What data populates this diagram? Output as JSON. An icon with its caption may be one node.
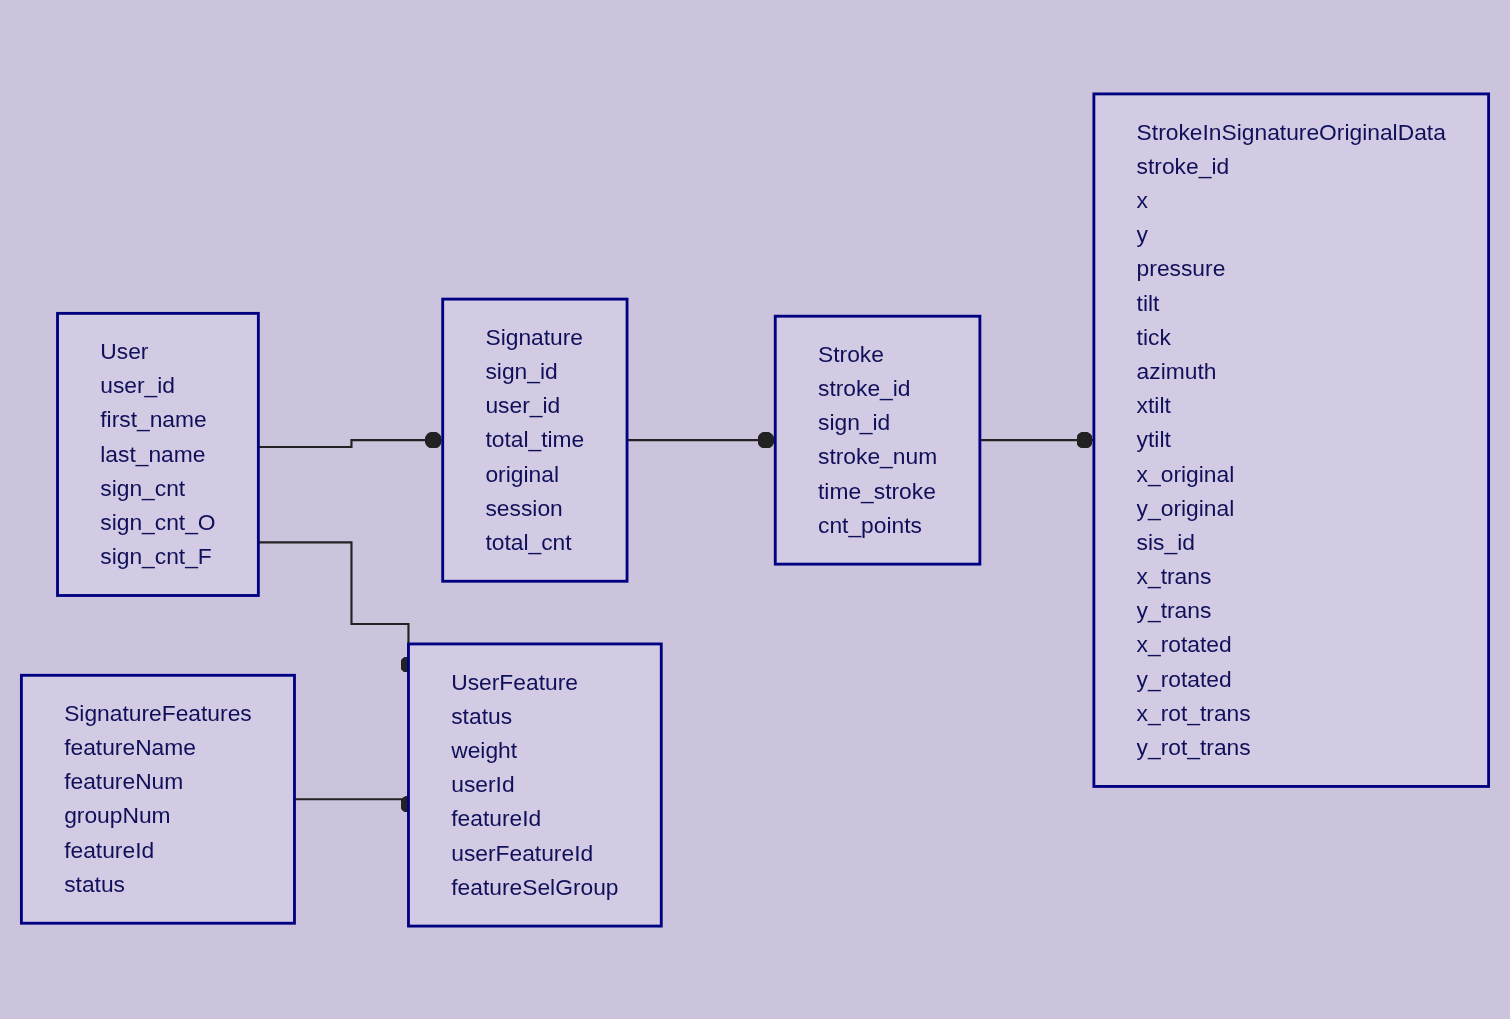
{
  "diagram": {
    "nodes": [
      {
        "text": [
          "Stroke",
          "stroke_id",
          "sign_id",
          "stroke_num",
          "time_stroke",
          "cnt_points"
        ]
      },
      {
        "text": [
          "User",
          "user_id",
          "first_name",
          "last_name",
          "sign_cnt",
          "sign_cnt_O",
          "sign_cnt_F"
        ]
      },
      {
        "text": [
          "Signature",
          "sign_id",
          "user_id",
          "total_time",
          "original",
          "session",
          "total_cnt"
        ]
      },
      {
        "text": [
          "StrokeInSignatureOriginalData",
          "stroke_id",
          "x",
          "y",
          "pressure",
          "tilt",
          "tick",
          "azimuth",
          "xtilt",
          "ytilt",
          "x_original",
          "y_original",
          "sis_id",
          "x_trans",
          "y_trans",
          "x_rotated",
          "y_rotated",
          "x_rot_trans",
          "y_rot_trans"
        ]
      },
      {
        "text": [
          "UserFeature",
          "status",
          "weight",
          "userId",
          "featureId",
          "userFeatureId",
          "featureSelGroup"
        ]
      },
      {
        "text": [
          "SignatureFeatures",
          "featureName",
          "featureNum",
          "groupNum",
          "featureId",
          "status"
        ]
      }
    ],
    "edges": [
      {
        "from": 1,
        "to": 2,
        "arrow": "other"
      },
      {
        "from": 1,
        "to": 4,
        "arrow": "other"
      },
      {
        "from": 2,
        "to": 0,
        "arrow": "other"
      },
      {
        "from": 5,
        "to": 4,
        "arrow": "other"
      },
      {
        "from": 0,
        "to": 3,
        "arrow": "other"
      }
    ]
  }
}
